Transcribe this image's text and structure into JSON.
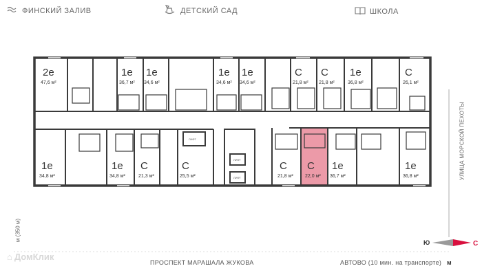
{
  "landmarks": {
    "gulf": "ФИНСКИЙ ЗАЛИВ",
    "kindergarten": "ДЕТСКИЙ САД",
    "school": "ШКОЛА"
  },
  "streets": {
    "east": "УЛИЦА МОРСКОЙ ПЕХОТЫ",
    "south": "ПРОСПЕКТ МАРАШАЛА ЖУКОВА",
    "metro_text": "АВТОВО (10 мин. на транспорте)",
    "metro_icon_label": "м",
    "distance": "м (350 м)",
    "distance_icon_label": "м"
  },
  "compass": {
    "south": "Ю",
    "north": "С",
    "north_color": "#d8103e"
  },
  "watermark": "ДомКлик",
  "elevator_label": "ЛИФТ",
  "colors": {
    "highlight_fill": "#ec9aa8",
    "highlight_stroke": "#d13b55",
    "wall": "#3a3a3a"
  },
  "units_top": [
    {
      "type": "2е",
      "area": "47,6 м²"
    },
    {
      "type": "1е",
      "area": "36,7 м²"
    },
    {
      "type": "1е",
      "area": "34,6 м²"
    },
    {
      "type": "1е",
      "area": "34,6 м²"
    },
    {
      "type": "1е",
      "area": "34,6 м²"
    },
    {
      "type": "С",
      "area": "21,8 м²"
    },
    {
      "type": "С",
      "area": "21,8 м²"
    },
    {
      "type": "1е",
      "area": "36,8 м²"
    },
    {
      "type": "С",
      "area": "26,1 м²"
    }
  ],
  "units_bottom": [
    {
      "type": "1е",
      "area": "34,8 м²"
    },
    {
      "type": "1е",
      "area": "34,8 м²"
    },
    {
      "type": "С",
      "area": "21,3 м²"
    },
    {
      "type": "С",
      "area": "25,5 м²"
    },
    {
      "type": "С",
      "area": "21,8 м²"
    },
    {
      "type": "С",
      "area": "22,0 м²",
      "selected": true
    },
    {
      "type": "1е",
      "area": "36,7 м²"
    },
    {
      "type": "1е",
      "area": "36,8 м²"
    }
  ]
}
